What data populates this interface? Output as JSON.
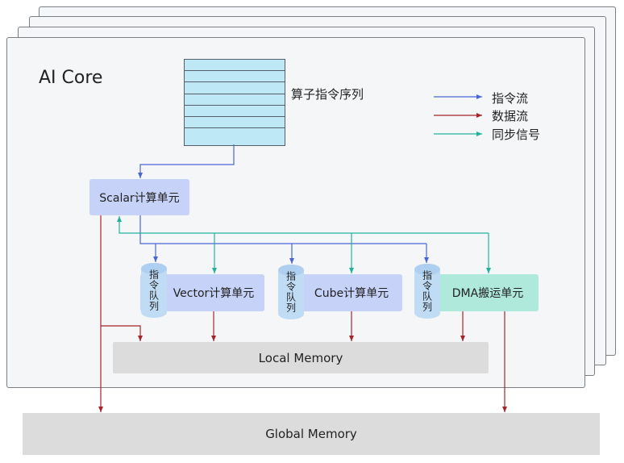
{
  "diagram": {
    "title": "AI Core",
    "instruction_sequence_label": "算子指令序列",
    "queue_rows": 7,
    "legend": [
      {
        "label": "指令流",
        "color": "#4a66d4"
      },
      {
        "label": "数据流",
        "color": "#a7242a"
      },
      {
        "label": "同步信号",
        "color": "#22b29b"
      }
    ],
    "units": {
      "scalar": "Scalar计算单元",
      "vector": "Vector计算单元",
      "cube": "Cube计算单元",
      "dma": "DMA搬运单元"
    },
    "instruction_queue_label": "指令队列",
    "local_memory": "Local Memory",
    "global_memory": "Global Memory",
    "colors": {
      "instruction": "#4a66d4",
      "data": "#a7242a",
      "sync": "#22b29b",
      "compute_unit": "#c6d2f7",
      "dma_unit": "#aee9dc",
      "queue_fill": "#bfe8f7",
      "memory": "#dcdcdc"
    }
  }
}
